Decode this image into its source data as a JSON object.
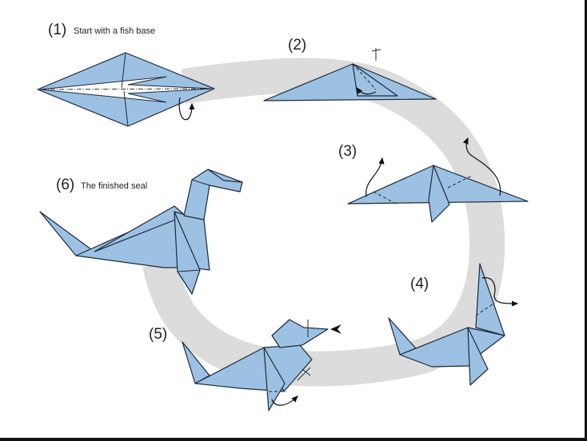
{
  "title": "Origami seal folding diagram",
  "steps": [
    {
      "number": "(1)",
      "caption": "Start with a fish base"
    },
    {
      "number": "(2)",
      "caption": ""
    },
    {
      "number": "(3)",
      "caption": ""
    },
    {
      "number": "(4)",
      "caption": ""
    },
    {
      "number": "(5)",
      "caption": ""
    },
    {
      "number": "(6)",
      "caption": "The finished seal"
    }
  ],
  "colors": {
    "paper": "#9dc1e3",
    "outline": "#1c2a3a",
    "path": "#dcdcdc",
    "frame": "#111111"
  }
}
